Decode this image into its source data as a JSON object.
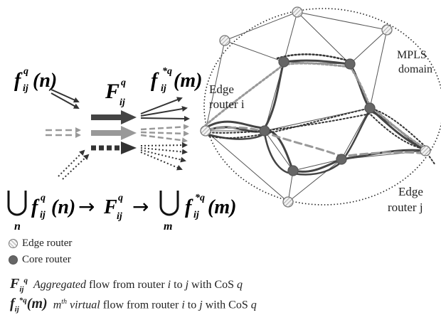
{
  "diagram": {
    "domain_label_1": "MPLS",
    "domain_label_2": "domain",
    "edge_router_i_1": "Edge",
    "edge_router_i_2": "router i",
    "edge_router_j_1": "Edge",
    "edge_router_j_2": "router j",
    "symbols": {
      "flow_in": "f",
      "flow_in_arg": "(n)",
      "aggregate": "F",
      "flow_out": "f",
      "flow_out_arg": "(m)",
      "sub": "ij",
      "sup": "q",
      "sup_star": "*q",
      "union_sub_n": "n",
      "union_sub_m": "m",
      "arrow": "→"
    }
  },
  "legend": {
    "edge_router": "Edge router",
    "core_router": "Core router"
  },
  "definitions": {
    "aggregated": {
      "word": "Aggregated",
      "rest": " flow from router ",
      "i": "i",
      "to": " to ",
      "j": "j",
      "cos": " with CoS ",
      "q": "q"
    },
    "virtual": {
      "m": "m",
      "th": "th",
      "word": "virtual",
      "rest": " flow from router ",
      "i": "i",
      "to": " to ",
      "j": "j",
      "cos": " with CoS ",
      "q": "q"
    }
  },
  "colors": {
    "dark_flow": "#444444",
    "light_flow": "#9a9a9a",
    "core_node": "#666666",
    "edge_node_fill": "#cfcfcf"
  }
}
